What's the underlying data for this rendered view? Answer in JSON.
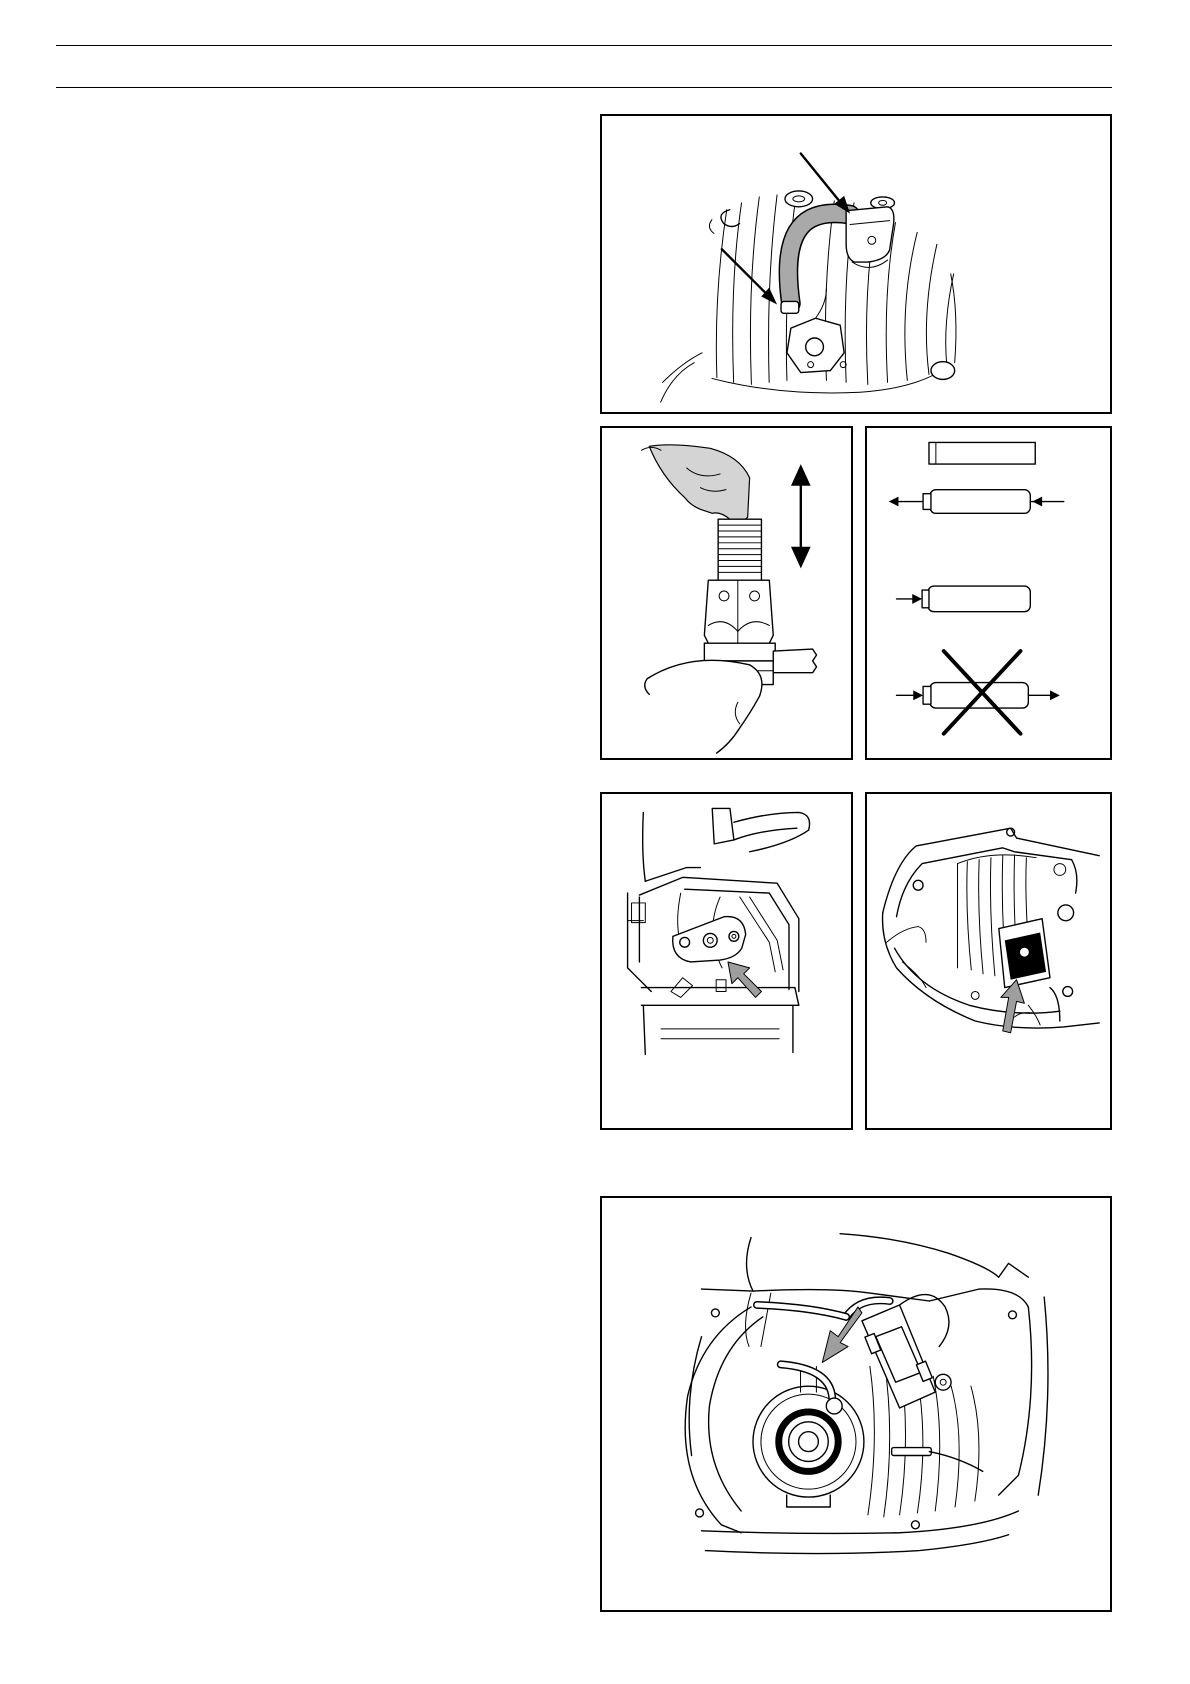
{
  "document": {
    "figures": [
      {
        "id": "fig-cylinder-pipe",
        "icon": "impulse-hose-cylinder-illustration"
      },
      {
        "id": "fig-nipple-pressure",
        "icon": "hand-pressing-nipple-illustration"
      },
      {
        "id": "fig-bushing-insertion",
        "icon": "bushing-press-fit-diagram"
      },
      {
        "id": "fig-carburettor-plate",
        "icon": "carburettor-mounting-plate-illustration"
      },
      {
        "id": "fig-ignition-module",
        "icon": "ignition-module-illustration"
      },
      {
        "id": "fig-flywheel-cable",
        "icon": "flywheel-ignition-cable-illustration"
      }
    ]
  },
  "colors": {
    "line": "#000000",
    "shade": "#a9a9a9",
    "light_shade": "#d4d4d4",
    "pointer_arrow": "#9e9e9e"
  }
}
